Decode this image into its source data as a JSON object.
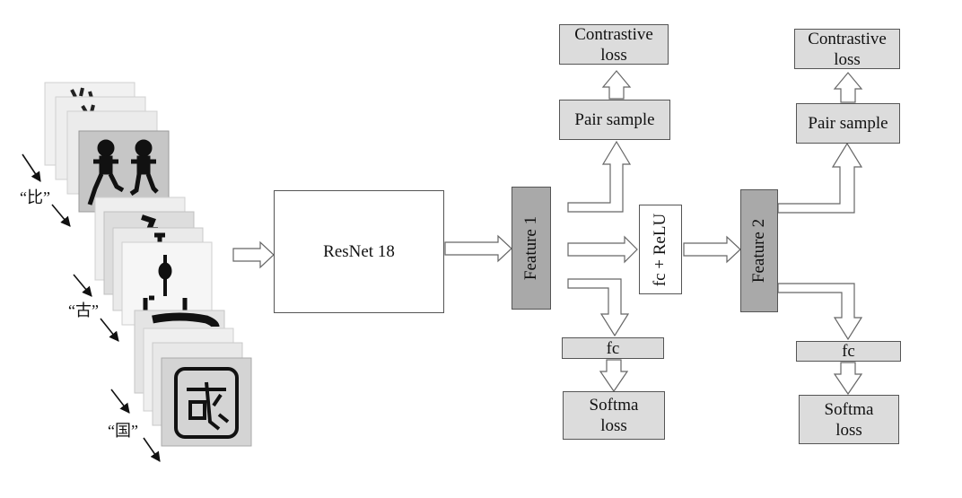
{
  "labels": {
    "bi": "“比”",
    "gu": "“古”",
    "guo": "“国”"
  },
  "nodes": {
    "resnet": "ResNet 18",
    "feature1": "Feature 1",
    "feature2": "Feature 2",
    "fc_relu": "fc + ReLU",
    "pair_sample_1": "Pair sample",
    "pair_sample_2": "Pair sample",
    "contrastive_1": "Contrastive loss",
    "contrastive_2": "Contrastive loss",
    "fc_1": "fc",
    "fc_2": "fc",
    "softmax_1": "Softma loss",
    "softmax_2": "Softma loss"
  }
}
